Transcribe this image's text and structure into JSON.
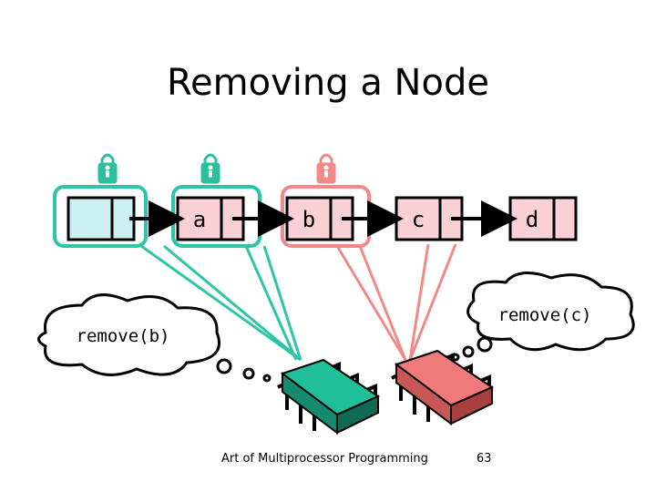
{
  "slide": {
    "title": "Removing a Node",
    "footer_text": "Art of Multiprocessor Programming",
    "page_number": "63"
  },
  "nodes": [
    {
      "label": "",
      "role": "head",
      "fill": "#cceff2"
    },
    {
      "label": "a",
      "role": "node",
      "fill": "#f9d0d6"
    },
    {
      "label": "b",
      "role": "node",
      "fill": "#f9d0d6"
    },
    {
      "label": "c",
      "role": "node",
      "fill": "#f9d0d6"
    },
    {
      "label": "d",
      "role": "node",
      "fill": "#f9d0d6"
    }
  ],
  "threads": [
    {
      "thought": "remove(b)",
      "color": "#1fbf9a",
      "icon": "teal-thread-chip-icon"
    },
    {
      "thought": "remove(c)",
      "color": "#f07a7a",
      "icon": "pink-thread-chip-icon"
    }
  ],
  "colors": {
    "teal": "#2ec4a6",
    "pink": "#f08a8a",
    "lock_teal": "#2bbf9b",
    "lock_pink": "#f28a8a"
  }
}
